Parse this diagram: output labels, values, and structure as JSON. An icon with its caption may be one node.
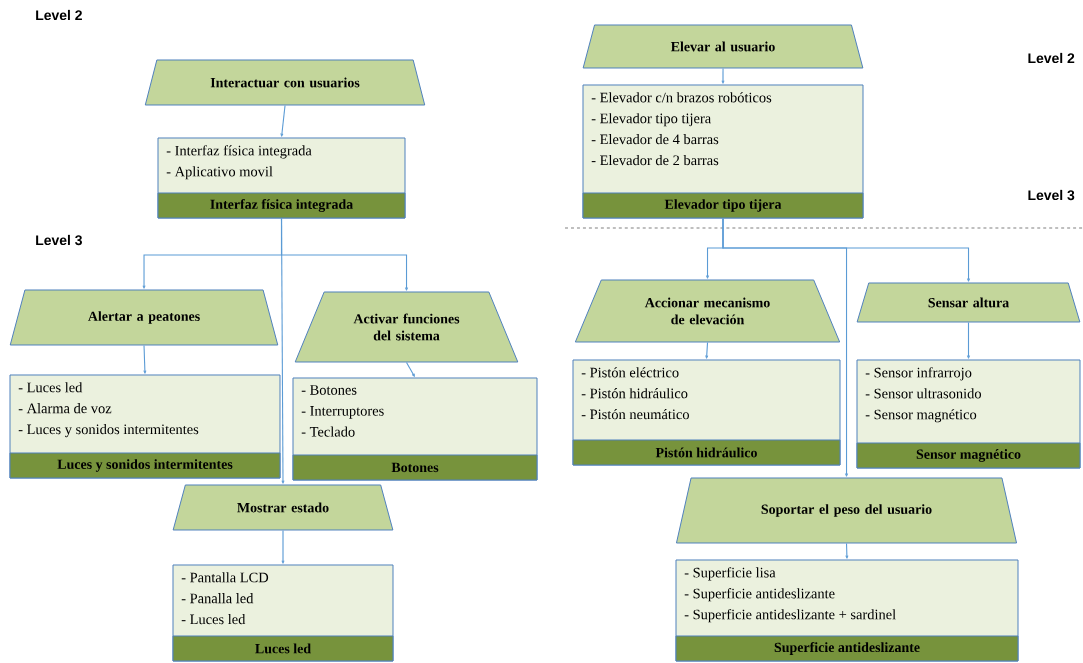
{
  "diagram": {
    "nodes": [
      {
        "text": [
          "Interactuar con usuarios"
        ]
      },
      {
        "text": [
          "- Interfaz física integrada",
          "- Aplicativo movil",
          "Interfaz física integrada"
        ]
      },
      {
        "text": [
          "Alertar a peatones"
        ]
      },
      {
        "text": [
          "- Luces led",
          "- Alarma de voz",
          "- Luces y sonidos intermitentes",
          "Luces y sonidos intermitentes"
        ]
      },
      {
        "text": [
          "Activar funciones del sistema"
        ]
      },
      {
        "text": [
          "- Botones",
          "- Interruptores",
          "- Teclado",
          "Botones"
        ]
      },
      {
        "text": [
          "Mostrar estado"
        ]
      },
      {
        "text": [
          "- Pantalla LCD",
          "- Panalla led",
          "- Luces led",
          "Luces led"
        ]
      },
      {
        "text": [
          "Elevar al usuario"
        ]
      },
      {
        "text": [
          "- Elevador c/n brazos robóticos",
          "- Elevador tipo tijera",
          "- Elevador de 4 barras",
          "- Elevador de 2 barras",
          "Elevador tipo tijera"
        ]
      },
      {
        "text": [
          "Accionar mecanismo de elevación"
        ]
      },
      {
        "text": [
          "- Pistón eléctrico",
          "- Pistón hidráulico",
          "- Pistón neumático",
          "Pistón hidráulico"
        ]
      },
      {
        "text": [
          "Sensar altura"
        ]
      },
      {
        "text": [
          "- Sensor infrarrojo",
          "- Sensor ultrasonido",
          "- Sensor magnético",
          "Sensor magnético"
        ]
      },
      {
        "text": [
          "Soportar el peso del usuario"
        ]
      },
      {
        "text": [
          "- Superficie lisa",
          "- Superficie antideslizante",
          "- Superficie antideslizante + sardinel",
          "Superficie antideslizante"
        ]
      }
    ],
    "edges": [
      {
        "from": 0,
        "to": 1,
        "arrow": "to"
      },
      {
        "from": 1,
        "to": 2,
        "arrow": "to"
      },
      {
        "from": 1,
        "to": 4,
        "arrow": "to"
      },
      {
        "from": 1,
        "to": 6,
        "arrow": "to"
      },
      {
        "from": 2,
        "to": 3,
        "arrow": "to"
      },
      {
        "from": 4,
        "to": 5,
        "arrow": "to"
      },
      {
        "from": 6,
        "to": 7,
        "arrow": "to"
      },
      {
        "from": 8,
        "to": 9,
        "arrow": "to"
      },
      {
        "from": 9,
        "to": 10,
        "arrow": "to"
      },
      {
        "from": 9,
        "to": 12,
        "arrow": "to"
      },
      {
        "from": 9,
        "to": 14,
        "arrow": "to"
      },
      {
        "from": 10,
        "to": 11,
        "arrow": "to"
      },
      {
        "from": 12,
        "to": 13,
        "arrow": "to"
      },
      {
        "from": 14,
        "to": 15,
        "arrow": "to"
      }
    ],
    "labels": [
      "Level 2",
      "Level 3",
      "Level 2",
      "Level 3"
    ]
  }
}
